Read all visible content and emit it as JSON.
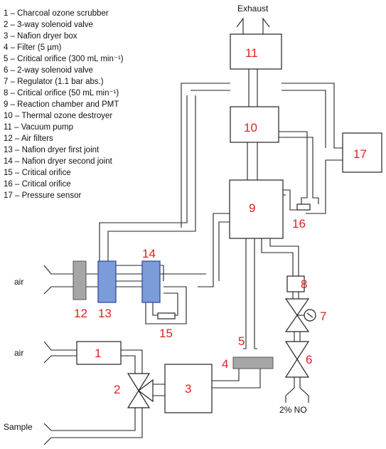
{
  "legend": [
    "1 – Charcoal ozone scrubber",
    "2 – 3-way solenoid valve",
    "3 – Nafion dryer box",
    "4 – Filter (5 µm)",
    "5 – Critical orifice (300 mL min⁻¹)",
    "6 – 2-way solenoid valve",
    "7 – Regulator (1.1 bar abs.)",
    "8 – Critical orifice (50 mL min⁻¹)",
    "9 – Reaction chamber and PMT",
    "10 – Thermal ozone destroyer",
    "11 – Vacuum pump",
    "12 – Air filters",
    "13 – Nafion dryer first joint",
    "14 – Nafion dryer second joint",
    "15 – Critical orifice",
    "16 – Critical orifice",
    "17 – Pressure sensor"
  ],
  "labels": {
    "exhaust": "Exhaust",
    "air_top": "air",
    "air_bottom": "air",
    "sample": "Sample",
    "no_source": "2% NO"
  },
  "component_numbers": {
    "n1": "1",
    "n2": "2",
    "n3": "3",
    "n4": "4",
    "n5": "5",
    "n6": "6",
    "n7": "7",
    "n8": "8",
    "n9": "9",
    "n10": "10",
    "n11": "11",
    "n12": "12",
    "n13": "13",
    "n14": "14",
    "n15": "15",
    "n16": "16",
    "n17": "17"
  },
  "colors": {
    "number_red": "#e02020",
    "nafion_blue": "#7b9bd9",
    "filter_grey": "#a6a6a6"
  }
}
